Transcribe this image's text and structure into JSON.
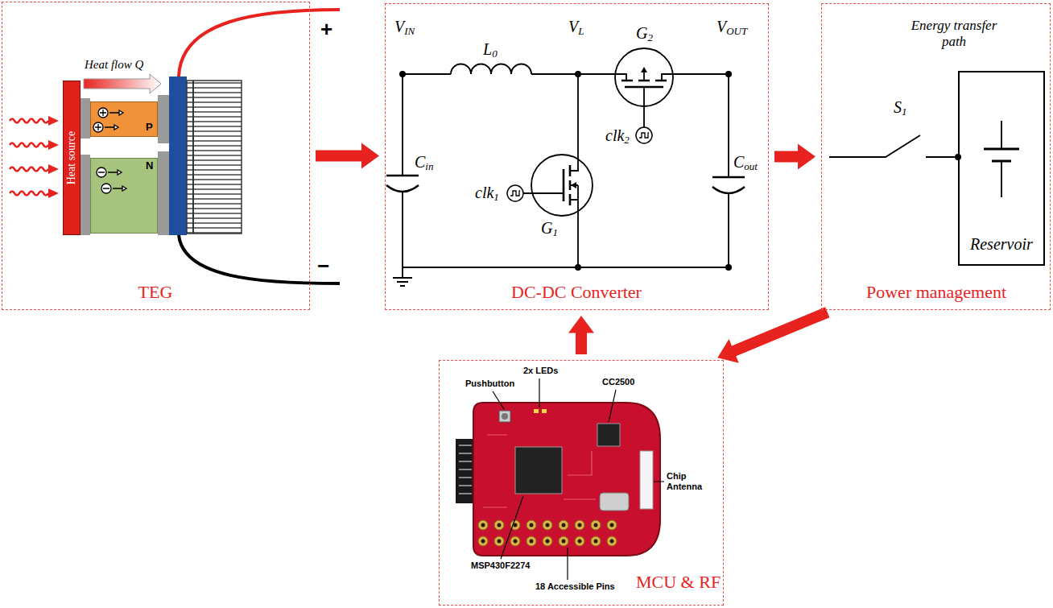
{
  "diagram": {
    "nodes": [
      {
        "text": [
          "TEG"
        ]
      },
      {
        "text": [
          "Heat source"
        ],
        "in": 0
      },
      {
        "text": [
          "P"
        ],
        "in": 0
      },
      {
        "text": [
          "N"
        ],
        "in": 0
      },
      {
        "text": [
          "DC-DC Converter"
        ]
      },
      {
        "text": [
          "Power management"
        ]
      },
      {
        "text": [
          "Reservoir"
        ],
        "in": 5
      },
      {
        "text": [
          "MCU & RF"
        ]
      }
    ],
    "edges": [
      {
        "from": 0,
        "to": 4,
        "arrow": "to"
      },
      {
        "from": 4,
        "to": 5,
        "arrow": "to"
      },
      {
        "from": 5,
        "to": 7,
        "arrow": "to"
      },
      {
        "from": 7,
        "to": 4,
        "arrow": "to"
      }
    ],
    "labels": [
      "Heat flow Q",
      "+",
      "−",
      "VIN",
      "L0",
      "VL",
      "VOUT",
      "G2",
      "Cin",
      "clk1",
      "G1",
      "clk2",
      "Cout",
      "Energy transfer path",
      "S1",
      "Pushbutton",
      "2x LEDs",
      "CC2500",
      "Chip Antenna",
      "MSP430F2274",
      "18 Accessible Pins"
    ]
  }
}
